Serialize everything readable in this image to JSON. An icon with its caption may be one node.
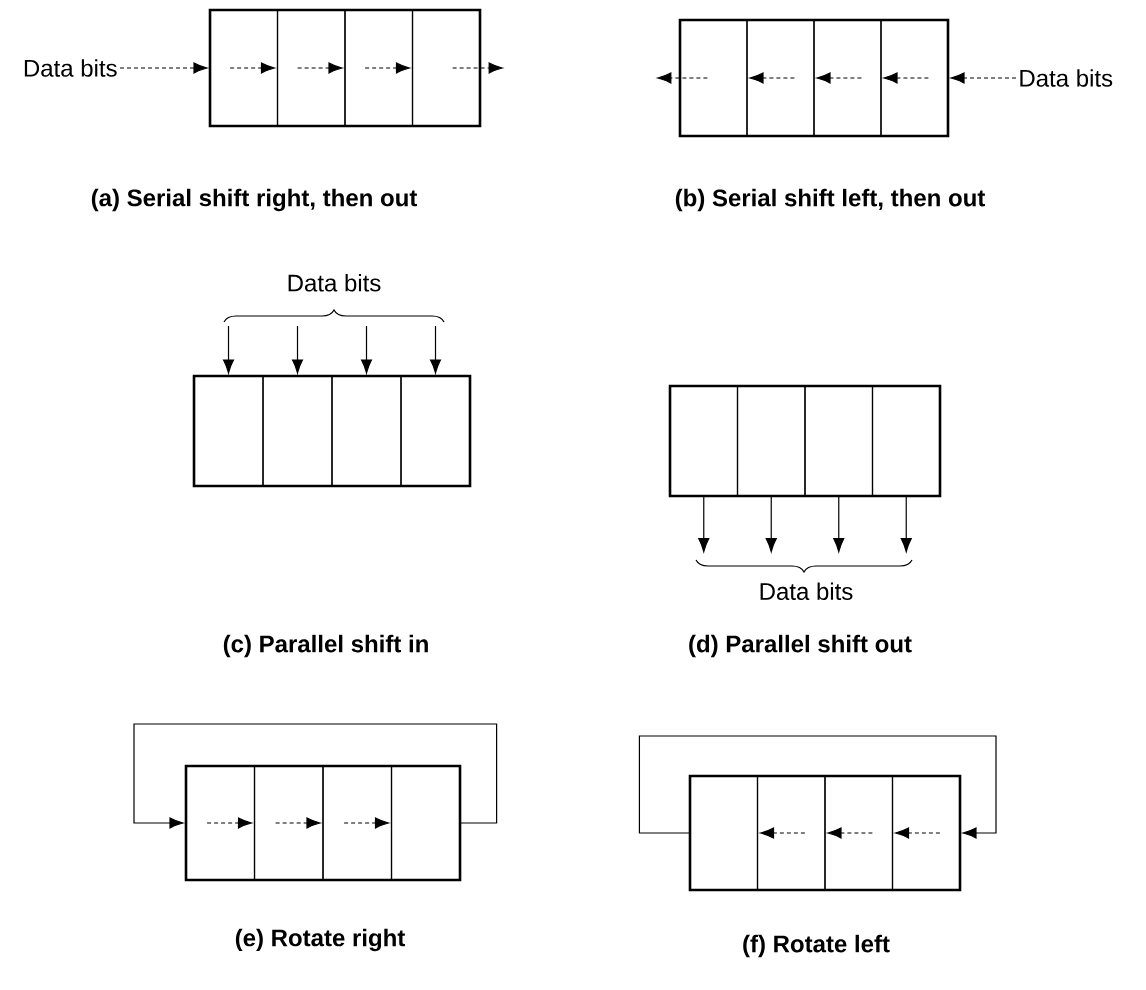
{
  "diagram": {
    "nodes": [
      {
        "text": [
          "Data bits"
        ]
      },
      {
        "text": [],
        "shape": "box"
      },
      {
        "text": [],
        "shape": "box",
        "in": 1
      },
      {
        "text": [],
        "shape": "box",
        "in": 1
      },
      {
        "text": [],
        "shape": "box",
        "in": 1
      },
      {
        "text": [],
        "shape": "box",
        "in": 1
      },
      {
        "text": [],
        "shape": "box"
      },
      {
        "text": [],
        "shape": "box",
        "in": 6
      },
      {
        "text": [],
        "shape": "box",
        "in": 6
      },
      {
        "text": [],
        "shape": "box",
        "in": 6
      },
      {
        "text": [],
        "shape": "box",
        "in": 6
      },
      {
        "text": [
          "Data bits"
        ]
      },
      {
        "text": [
          "Data bits"
        ]
      },
      {
        "text": [],
        "shape": "box"
      },
      {
        "text": [],
        "shape": "box",
        "in": 13
      },
      {
        "text": [],
        "shape": "box",
        "in": 13
      },
      {
        "text": [],
        "shape": "box",
        "in": 13
      },
      {
        "text": [],
        "shape": "box",
        "in": 13
      },
      {
        "text": [],
        "shape": "box"
      },
      {
        "text": [],
        "shape": "box",
        "in": 18
      },
      {
        "text": [],
        "shape": "box",
        "in": 18
      },
      {
        "text": [],
        "shape": "box",
        "in": 18
      },
      {
        "text": [],
        "shape": "box",
        "in": 18
      },
      {
        "text": [
          "Data bits"
        ]
      },
      {
        "text": [],
        "shape": "box"
      },
      {
        "text": [],
        "shape": "box",
        "in": 24
      },
      {
        "text": [],
        "shape": "box",
        "in": 24
      },
      {
        "text": [],
        "shape": "box",
        "in": 24
      },
      {
        "text": [],
        "shape": "box",
        "in": 24
      },
      {
        "text": [],
        "shape": "box"
      },
      {
        "text": [],
        "shape": "box",
        "in": 29
      },
      {
        "text": [],
        "shape": "box",
        "in": 29
      },
      {
        "text": [],
        "shape": "box",
        "in": 29
      },
      {
        "text": [],
        "shape": "box",
        "in": 29
      }
    ],
    "edges": [
      {
        "from": 0,
        "to": 2,
        "arrow": "to",
        "style": "dashed"
      },
      {
        "from": 2,
        "to": 3,
        "arrow": "to",
        "style": "dashed"
      },
      {
        "from": 3,
        "to": 4,
        "arrow": "to",
        "style": "dashed"
      },
      {
        "from": 4,
        "to": 5,
        "arrow": "to",
        "style": "dashed"
      },
      {
        "from": 5,
        "to": null,
        "arrow": "to",
        "style": "dashed"
      },
      {
        "from": 11,
        "to": 10,
        "arrow": "to",
        "style": "dashed"
      },
      {
        "from": 10,
        "to": 9,
        "arrow": "to",
        "style": "dashed"
      },
      {
        "from": 9,
        "to": 8,
        "arrow": "to",
        "style": "dashed"
      },
      {
        "from": 8,
        "to": 7,
        "arrow": "to",
        "style": "dashed"
      },
      {
        "from": 7,
        "to": null,
        "arrow": "to",
        "style": "dashed"
      },
      {
        "from": 12,
        "to": 14,
        "arrow": "to"
      },
      {
        "from": 12,
        "to": 15,
        "arrow": "to"
      },
      {
        "from": 12,
        "to": 16,
        "arrow": "to"
      },
      {
        "from": 12,
        "to": 17,
        "arrow": "to"
      },
      {
        "from": 19,
        "to": 23,
        "arrow": "to"
      },
      {
        "from": 20,
        "to": 23,
        "arrow": "to"
      },
      {
        "from": 21,
        "to": 23,
        "arrow": "to"
      },
      {
        "from": 22,
        "to": 23,
        "arrow": "to"
      },
      {
        "from": 28,
        "to": 25,
        "arrow": "to"
      },
      {
        "from": 25,
        "to": 26,
        "arrow": "to",
        "style": "dashed"
      },
      {
        "from": 26,
        "to": 27,
        "arrow": "to",
        "style": "dashed"
      },
      {
        "from": 27,
        "to": 28,
        "arrow": "to",
        "style": "dashed"
      },
      {
        "from": 30,
        "to": 33,
        "arrow": "to"
      },
      {
        "from": 33,
        "to": 32,
        "arrow": "to",
        "style": "dashed"
      },
      {
        "from": 32,
        "to": 31,
        "arrow": "to",
        "style": "dashed"
      },
      {
        "from": 31,
        "to": 30,
        "arrow": "to",
        "style": "dashed"
      }
    ],
    "labels": [
      "(a) Serial shift right, then out",
      "(b) Serial shift left, then out",
      "(c) Parallel shift in",
      "(d) Parallel shift out",
      "(e) Rotate right",
      "(f) Rotate left"
    ]
  }
}
